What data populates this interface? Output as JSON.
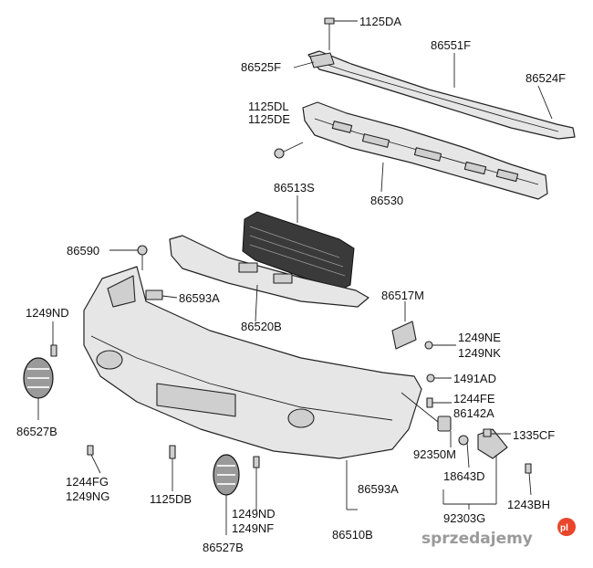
{
  "labels": {
    "l1125DA": "1125DA",
    "l86551F": "86551F",
    "l86525F": "86525F",
    "l86524F": "86524F",
    "l1125DL": "1125DL",
    "l1125DE": "1125DE",
    "l86530": "86530",
    "l86513S": "86513S",
    "l86590": "86590",
    "l86593A_top": "86593A",
    "l1249ND_left": "1249ND",
    "l86520B": "86520B",
    "l86517M": "86517M",
    "l1249NE": "1249NE",
    "l1249NK": "1249NK",
    "l1491AD": "1491AD",
    "l1244FE": "1244FE",
    "l86142A": "86142A",
    "l1335CF": "1335CF",
    "l92350M": "92350M",
    "l18643D": "18643D",
    "l92303G": "92303G",
    "l1243BH": "1243BH",
    "l86527B_left": "86527B",
    "l1244FG": "1244FG",
    "l1249NG": "1249NG",
    "l1125DB": "1125DB",
    "l1249ND_bottom": "1249ND",
    "l1249NF": "1249NF",
    "l86527B_bottom": "86527B",
    "l86593A_bottom": "86593A",
    "l86510B": "86510B"
  },
  "watermark": {
    "text": "sprzedajemy",
    "suffix": "pl"
  }
}
